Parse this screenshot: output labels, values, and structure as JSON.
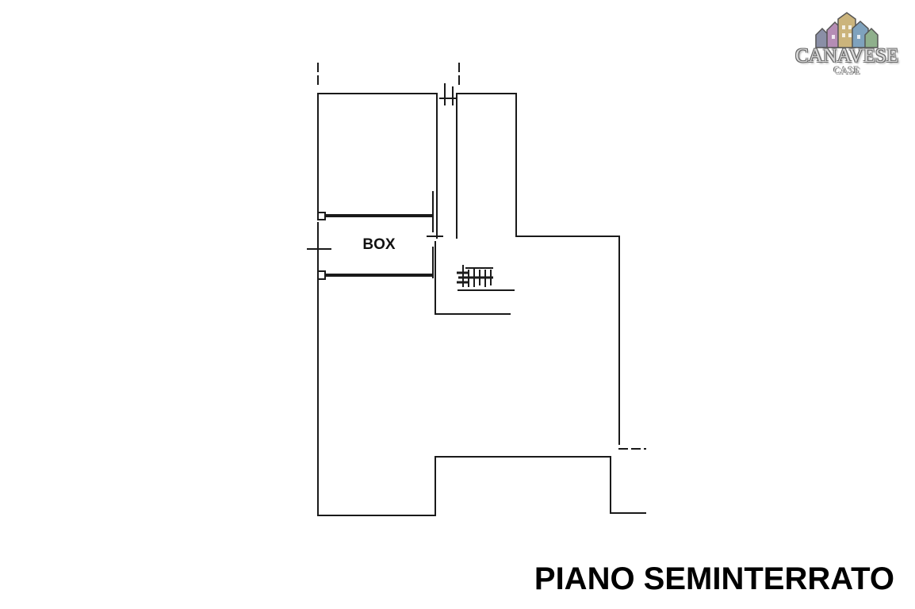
{
  "plan": {
    "room_label": "BOX",
    "floor_title": "PIANO SEMINTERRATO"
  },
  "logo": {
    "name": "CANAVESE",
    "sub": "CASE",
    "house_colors": [
      "#8a8fa6",
      "#b58db5",
      "#cbb47c",
      "#7fa2bd",
      "#8fb08c"
    ]
  },
  "colors": {
    "line": "#1a1a1a",
    "text": "#000000"
  }
}
